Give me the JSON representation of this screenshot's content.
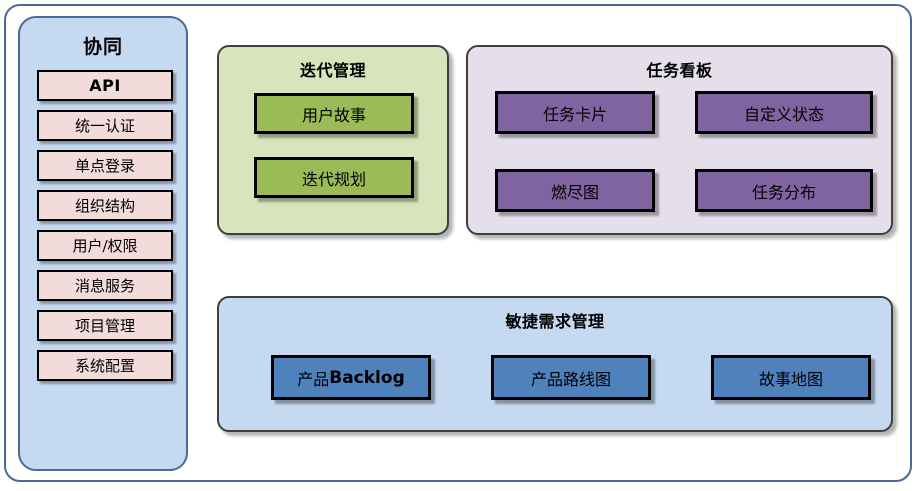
{
  "diagram": {
    "sidebar": {
      "title": "协同",
      "items": [
        {
          "label": "API",
          "style": "latin"
        },
        {
          "label": "统一认证",
          "style": "cjk"
        },
        {
          "label": "单点登录",
          "style": "cjk"
        },
        {
          "label": "组织结构",
          "style": "cjk"
        },
        {
          "label": "用户/权限",
          "style": "cjk"
        },
        {
          "label": "消息服务",
          "style": "cjk"
        },
        {
          "label": "项目管理",
          "style": "cjk"
        },
        {
          "label": "系统配置",
          "style": "cjk"
        }
      ],
      "panel_color": "#C5D9F1",
      "item_color": "#F2DCDB",
      "border_color": "#4A6B96"
    },
    "panels": {
      "iteration": {
        "title": "迭代管理",
        "panel_color": "#D7E4BC",
        "node_color": "#9BBB59",
        "nodes": [
          {
            "label": "用户故事"
          },
          {
            "label": "迭代规划"
          }
        ]
      },
      "taskboard": {
        "title": "任务看板",
        "panel_color": "#E5DFEC",
        "node_color": "#8064A2",
        "nodes": [
          {
            "label": "任务卡片"
          },
          {
            "label": "自定义状态"
          },
          {
            "label": "燃尽图"
          },
          {
            "label": "任务分布"
          }
        ]
      },
      "agile": {
        "title": "敏捷需求管理",
        "panel_color": "#C5D9F1",
        "node_color": "#4F81BD",
        "nodes": [
          {
            "label_cjk": "产品",
            "label_latin": "Backlog",
            "label": "产品Backlog"
          },
          {
            "label": "产品路线图"
          },
          {
            "label": "故事地图"
          }
        ]
      }
    },
    "frame": {
      "border_color": "#4A6B96",
      "background": "#FFFFFF"
    }
  }
}
